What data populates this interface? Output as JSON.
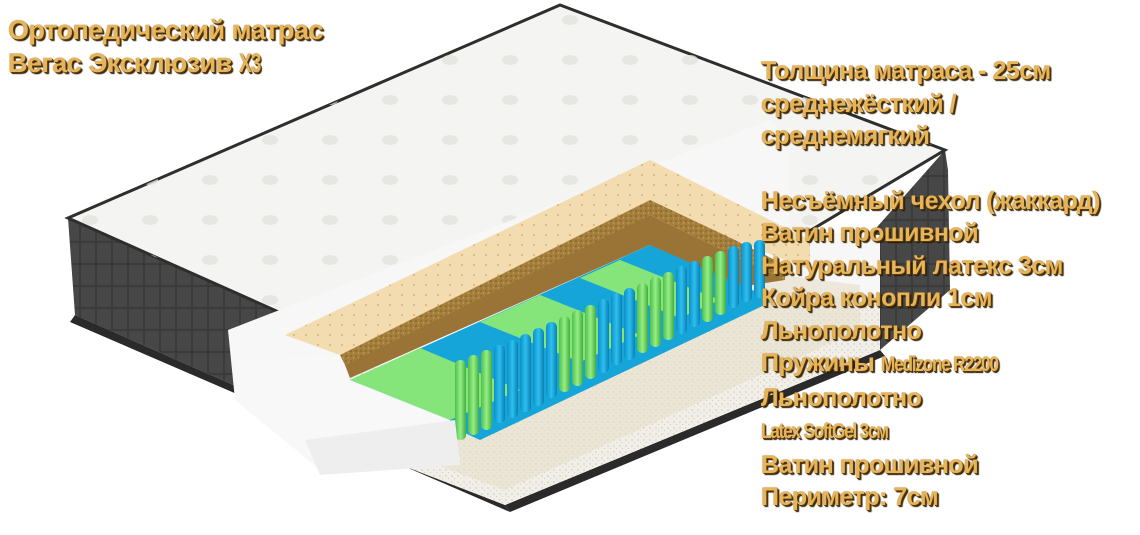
{
  "title": {
    "line1": "Ортопедический матрас",
    "line2_prefix": "Вегас Эксклюзив ",
    "line2_model": "X3"
  },
  "specs": {
    "thickness": "Толщина матраса - 25см",
    "firmness_line1": "среднежёсткий /",
    "firmness_line2": "среднемягкий",
    "layers": [
      {
        "text": "Несъёмный чехол (жаккард)"
      },
      {
        "text": "Ватин прошивной"
      },
      {
        "text": "Натуральный латекс 3см"
      },
      {
        "text": "Койра конопли 1см"
      },
      {
        "text": "Льнополотно"
      },
      {
        "prefix": "Пружины ",
        "narrow": "Medizone R2200"
      },
      {
        "text": "Льнополотно"
      },
      {
        "narrow": "Latex SoftGel 3см"
      },
      {
        "text": "Ватин прошивной"
      },
      {
        "text": "Периметр: 7см"
      }
    ]
  },
  "colors": {
    "text_gold": "#e8b458",
    "text_shadow": "#2a1a00",
    "cover_white": "#f4f4f2",
    "side_dark": "#3a3a3a",
    "latex": "#f3dcb0",
    "coir": "#a98440",
    "spring_blue": "#1fb0e0",
    "spring_green": "#7ee070",
    "foam_white": "#f7f7f7"
  }
}
